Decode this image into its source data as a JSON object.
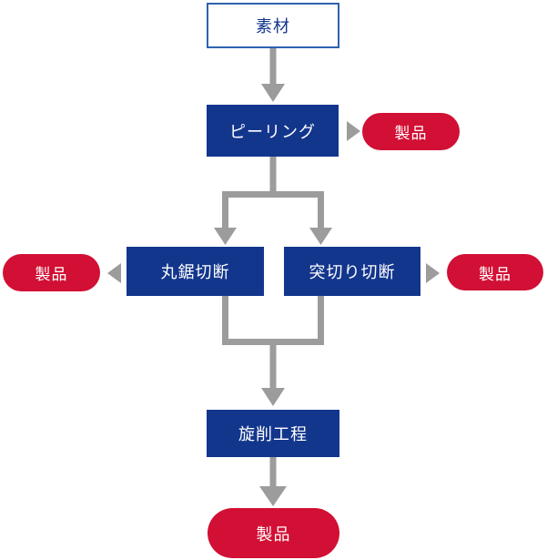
{
  "colors": {
    "node-blue": "#13368d",
    "product-red": "#d20f34",
    "arrow-gray": "#9c9c9c",
    "material-border": "#2f62ae",
    "material-text": "#13368d"
  },
  "flowchart": {
    "material": {
      "label": "素材"
    },
    "processes": [
      {
        "id": "peeling",
        "label": "ピーリング"
      },
      {
        "id": "circular-saw-cutting",
        "label": "丸鋸切断"
      },
      {
        "id": "parting-cutting",
        "label": "突切り切断"
      },
      {
        "id": "turning-process",
        "label": "旋削工程"
      }
    ],
    "products": [
      {
        "label": "製品"
      },
      {
        "label": "製品"
      },
      {
        "label": "製品"
      },
      {
        "label": "製品"
      }
    ]
  }
}
